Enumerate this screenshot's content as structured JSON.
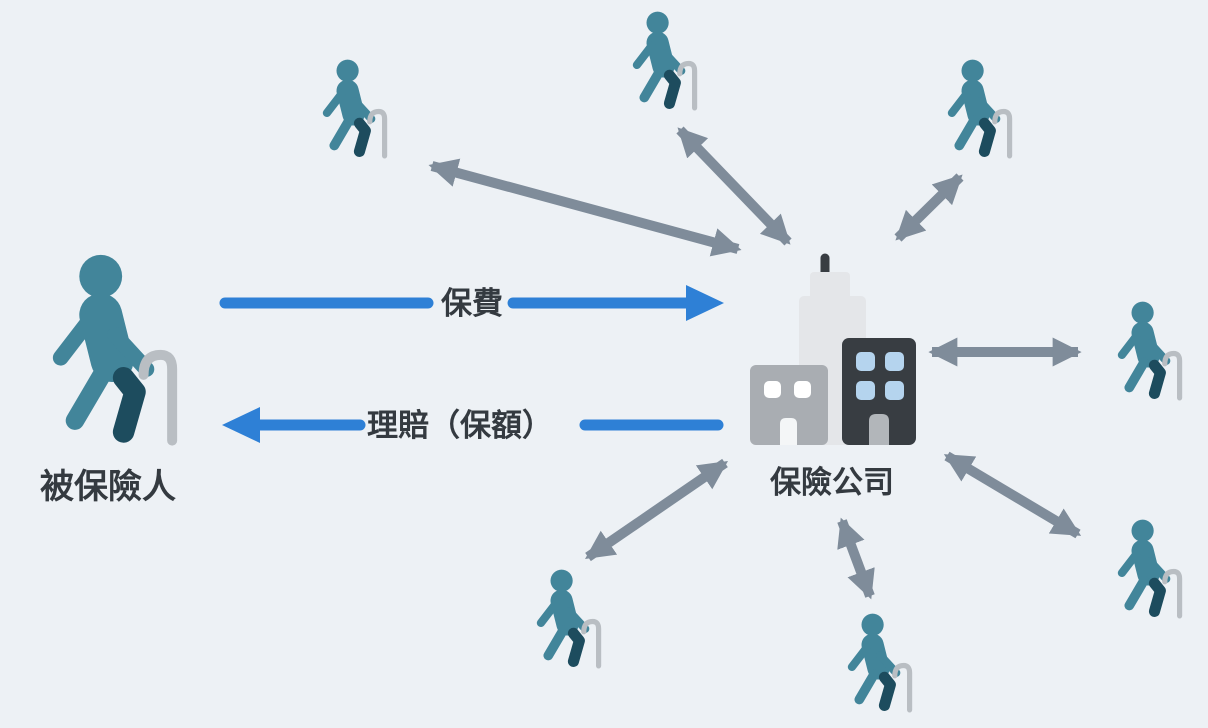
{
  "diagram": {
    "type": "insurance-concept",
    "insured": {
      "label": "被保險人"
    },
    "company": {
      "label": "保險公司"
    },
    "flows": {
      "premium": {
        "label": "保費",
        "from": "被保險人",
        "to": "保險公司"
      },
      "claim": {
        "label": "理賠（保額）",
        "from": "保險公司",
        "to": "被保險人"
      }
    },
    "policyholders": {
      "count": 7
    },
    "colors": {
      "background": "#edf1f5",
      "person_body": "#42859a",
      "person_leg_dark": "#1d4c5e",
      "cane_gray": "#b9bec3",
      "arrow_blue": "#2e80d6",
      "arrow_gray": "#7f8c9a",
      "building_back": "#e4e6e9",
      "building_left": "#a9adb2",
      "building_dark": "#383d42",
      "window_blue": "#b5d4ee",
      "window_white": "#ffffff",
      "door_gray": "#b2b6ba",
      "label_text": "#343a40"
    }
  }
}
